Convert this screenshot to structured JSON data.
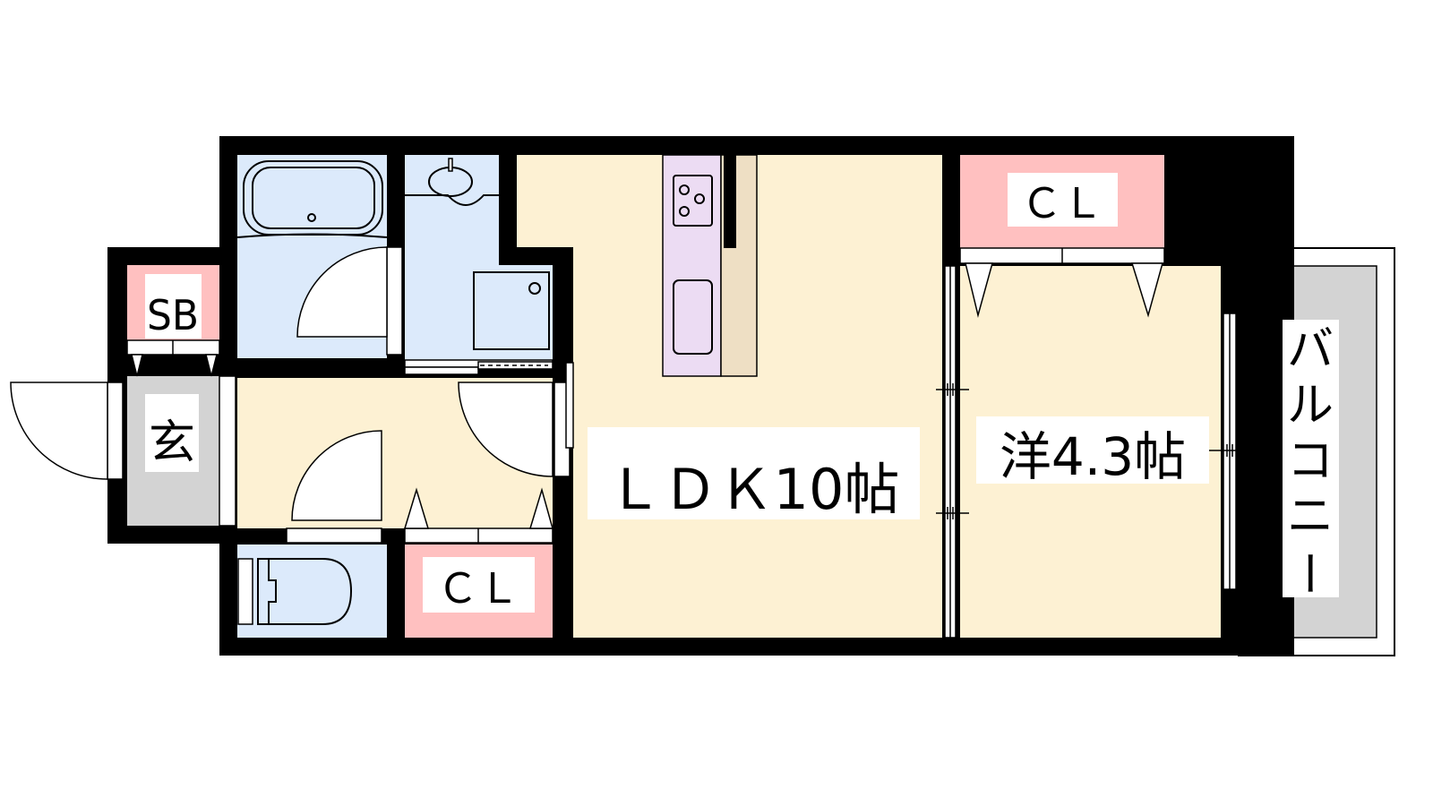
{
  "rooms": {
    "ldk": "ＬＤＫ10帖",
    "western": "洋4.3帖",
    "closet_main": "ＣＬ",
    "closet_hall": "ＣＬ",
    "shoe_box": "SB",
    "entrance": "玄",
    "balcony": [
      "バ",
      "ル",
      "コ",
      "ニ",
      "ー"
    ]
  },
  "colors": {
    "wall": "#000000",
    "living": "#fdf1d3",
    "wet_area": "#dceafb",
    "closet": "#ffc0c0",
    "entrance": "#d3d3d3",
    "kitchen": "#ecdcf3",
    "counter": "#eedfc4"
  }
}
